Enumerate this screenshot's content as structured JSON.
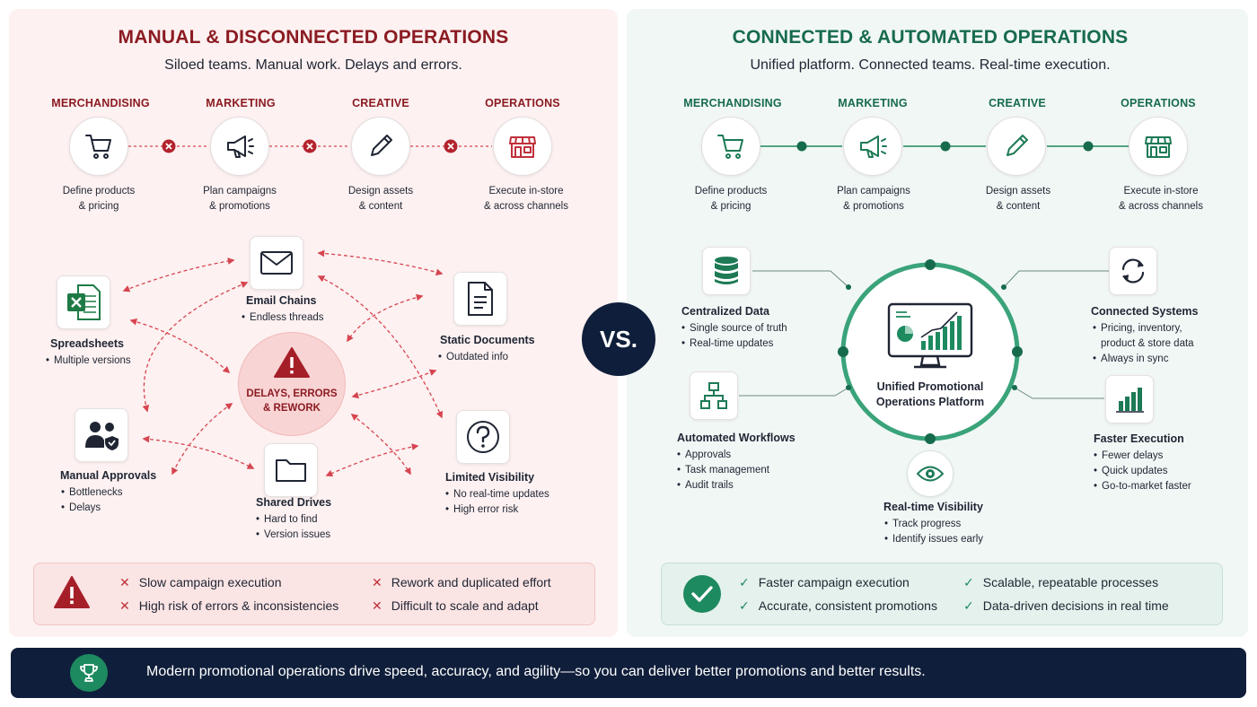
{
  "left": {
    "title": "MANUAL & DISCONNECTED OPERATIONS",
    "subtitle": "Siloed teams. Manual work. Delays and errors.",
    "teams": [
      {
        "label": "MERCHANDISING",
        "desc": "Define products\n& pricing",
        "icon": "cart-icon"
      },
      {
        "label": "MARKETING",
        "desc": "Plan campaigns\n& promotions",
        "icon": "megaphone-icon"
      },
      {
        "label": "CREATIVE",
        "desc": "Design assets\n& content",
        "icon": "pencil-icon"
      },
      {
        "label": "OPERATIONS",
        "desc": "Execute in-store\n& across channels",
        "icon": "store-icon"
      }
    ],
    "center": {
      "text": "DELAYS, ERRORS\n& REWORK",
      "icon": "warning-icon"
    },
    "nodes": [
      {
        "title": "Email Chains",
        "bullets": [
          "Endless threads"
        ],
        "icon": "envelope-icon"
      },
      {
        "title": "Spreadsheets",
        "bullets": [
          "Multiple versions"
        ],
        "icon": "spreadsheet-icon"
      },
      {
        "title": "Static Documents",
        "bullets": [
          "Outdated info"
        ],
        "icon": "document-icon"
      },
      {
        "title": "Manual Approvals",
        "bullets": [
          "Bottlenecks",
          "Delays"
        ],
        "icon": "users-icon"
      },
      {
        "title": "Shared Drives",
        "bullets": [
          "Hard to find",
          "Version issues"
        ],
        "icon": "folder-icon"
      },
      {
        "title": "Limited Visibility",
        "bullets": [
          "No real-time updates",
          "High error risk"
        ],
        "icon": "question-icon"
      }
    ],
    "issues": [
      "Slow campaign execution",
      "Rework and duplicated effort",
      "High risk of errors & inconsistencies",
      "Difficult to scale and adapt"
    ]
  },
  "vs_label": "VS.",
  "right": {
    "title": "CONNECTED & AUTOMATED OPERATIONS",
    "subtitle": "Unified platform. Connected teams. Real-time execution.",
    "teams": [
      {
        "label": "MERCHANDISING",
        "desc": "Define products\n& pricing",
        "icon": "cart-icon"
      },
      {
        "label": "MARKETING",
        "desc": "Plan campaigns\n& promotions",
        "icon": "megaphone-icon"
      },
      {
        "label": "CREATIVE",
        "desc": "Design assets\n& content",
        "icon": "pencil-icon"
      },
      {
        "label": "OPERATIONS",
        "desc": "Execute in-store\n& across channels",
        "icon": "store-icon"
      }
    ],
    "platform": {
      "text": "Unified Promotional\nOperations Platform",
      "icon": "monitor-chart-icon"
    },
    "nodes": [
      {
        "title": "Centralized Data",
        "bullets": [
          "Single source of truth",
          "Real-time updates"
        ],
        "icon": "database-icon"
      },
      {
        "title": "Connected Systems",
        "bullets": [
          "Pricing, inventory,",
          "product & store data",
          "Always in sync"
        ],
        "icon": "sync-icon"
      },
      {
        "title": "Automated Workflows",
        "bullets": [
          "Approvals",
          "Task management",
          "Audit trails"
        ],
        "icon": "workflow-icon"
      },
      {
        "title": "Faster Execution",
        "bullets": [
          "Fewer delays",
          "Quick updates",
          "Go-to-market faster"
        ],
        "icon": "bar-chart-icon"
      },
      {
        "title": "Real-time Visibility",
        "bullets": [
          "Track progress",
          "Identify issues early"
        ],
        "icon": "eye-icon"
      }
    ],
    "benefits": [
      "Faster campaign execution",
      "Scalable, repeatable processes",
      "Accurate, consistent promotions",
      "Data-driven decisions in real time"
    ]
  },
  "footer": {
    "text": "Modern promotional operations drive speed, accuracy, and agility—so you can deliver better promotions and better results.",
    "icon": "trophy-icon"
  },
  "colors": {
    "red": "#8b1b22",
    "green": "#176b4d",
    "navy": "#0f1e3a"
  }
}
